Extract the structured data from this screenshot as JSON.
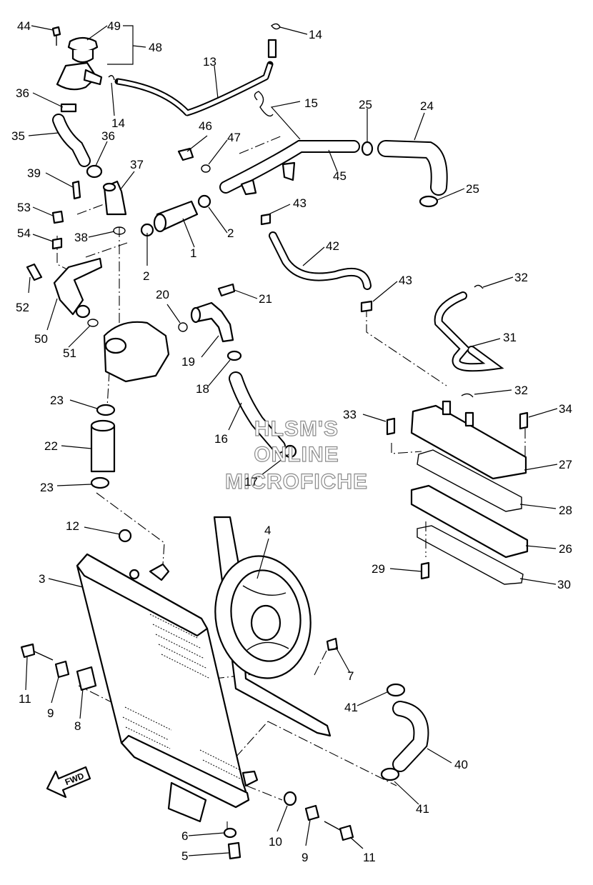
{
  "diagram": {
    "watermark": {
      "line1": "HLSM'S",
      "line2": "ONLINE",
      "line3": "MICROFICHE"
    },
    "fwd_label": "FWD",
    "callouts": {
      "c1": "1",
      "c2a": "2",
      "c2b": "2",
      "c3": "3",
      "c4": "4",
      "c5": "5",
      "c6": "6",
      "c7": "7",
      "c8": "8",
      "c9a": "9",
      "c9b": "9",
      "c10": "10",
      "c11a": "11",
      "c11b": "11",
      "c12": "12",
      "c13": "13",
      "c14a": "14",
      "c14b": "14",
      "c15": "15",
      "c16": "16",
      "c17": "17",
      "c18": "18",
      "c19": "19",
      "c20": "20",
      "c21": "21",
      "c22": "22",
      "c23a": "23",
      "c23b": "23",
      "c24": "24",
      "c25a": "25",
      "c25b": "25",
      "c26": "26",
      "c27": "27",
      "c28": "28",
      "c29": "29",
      "c30": "30",
      "c31": "31",
      "c32a": "32",
      "c32b": "32",
      "c33": "33",
      "c34": "34",
      "c35": "35",
      "c36a": "36",
      "c36b": "36",
      "c37": "37",
      "c38": "38",
      "c39": "39",
      "c40": "40",
      "c41a": "41",
      "c41b": "41",
      "c42": "42",
      "c43a": "43",
      "c43b": "43",
      "c44": "44",
      "c45": "45",
      "c46": "46",
      "c47": "47",
      "c48": "48",
      "c49": "49",
      "c50": "50",
      "c51": "51",
      "c52": "52",
      "c53": "53",
      "c54": "54"
    }
  }
}
